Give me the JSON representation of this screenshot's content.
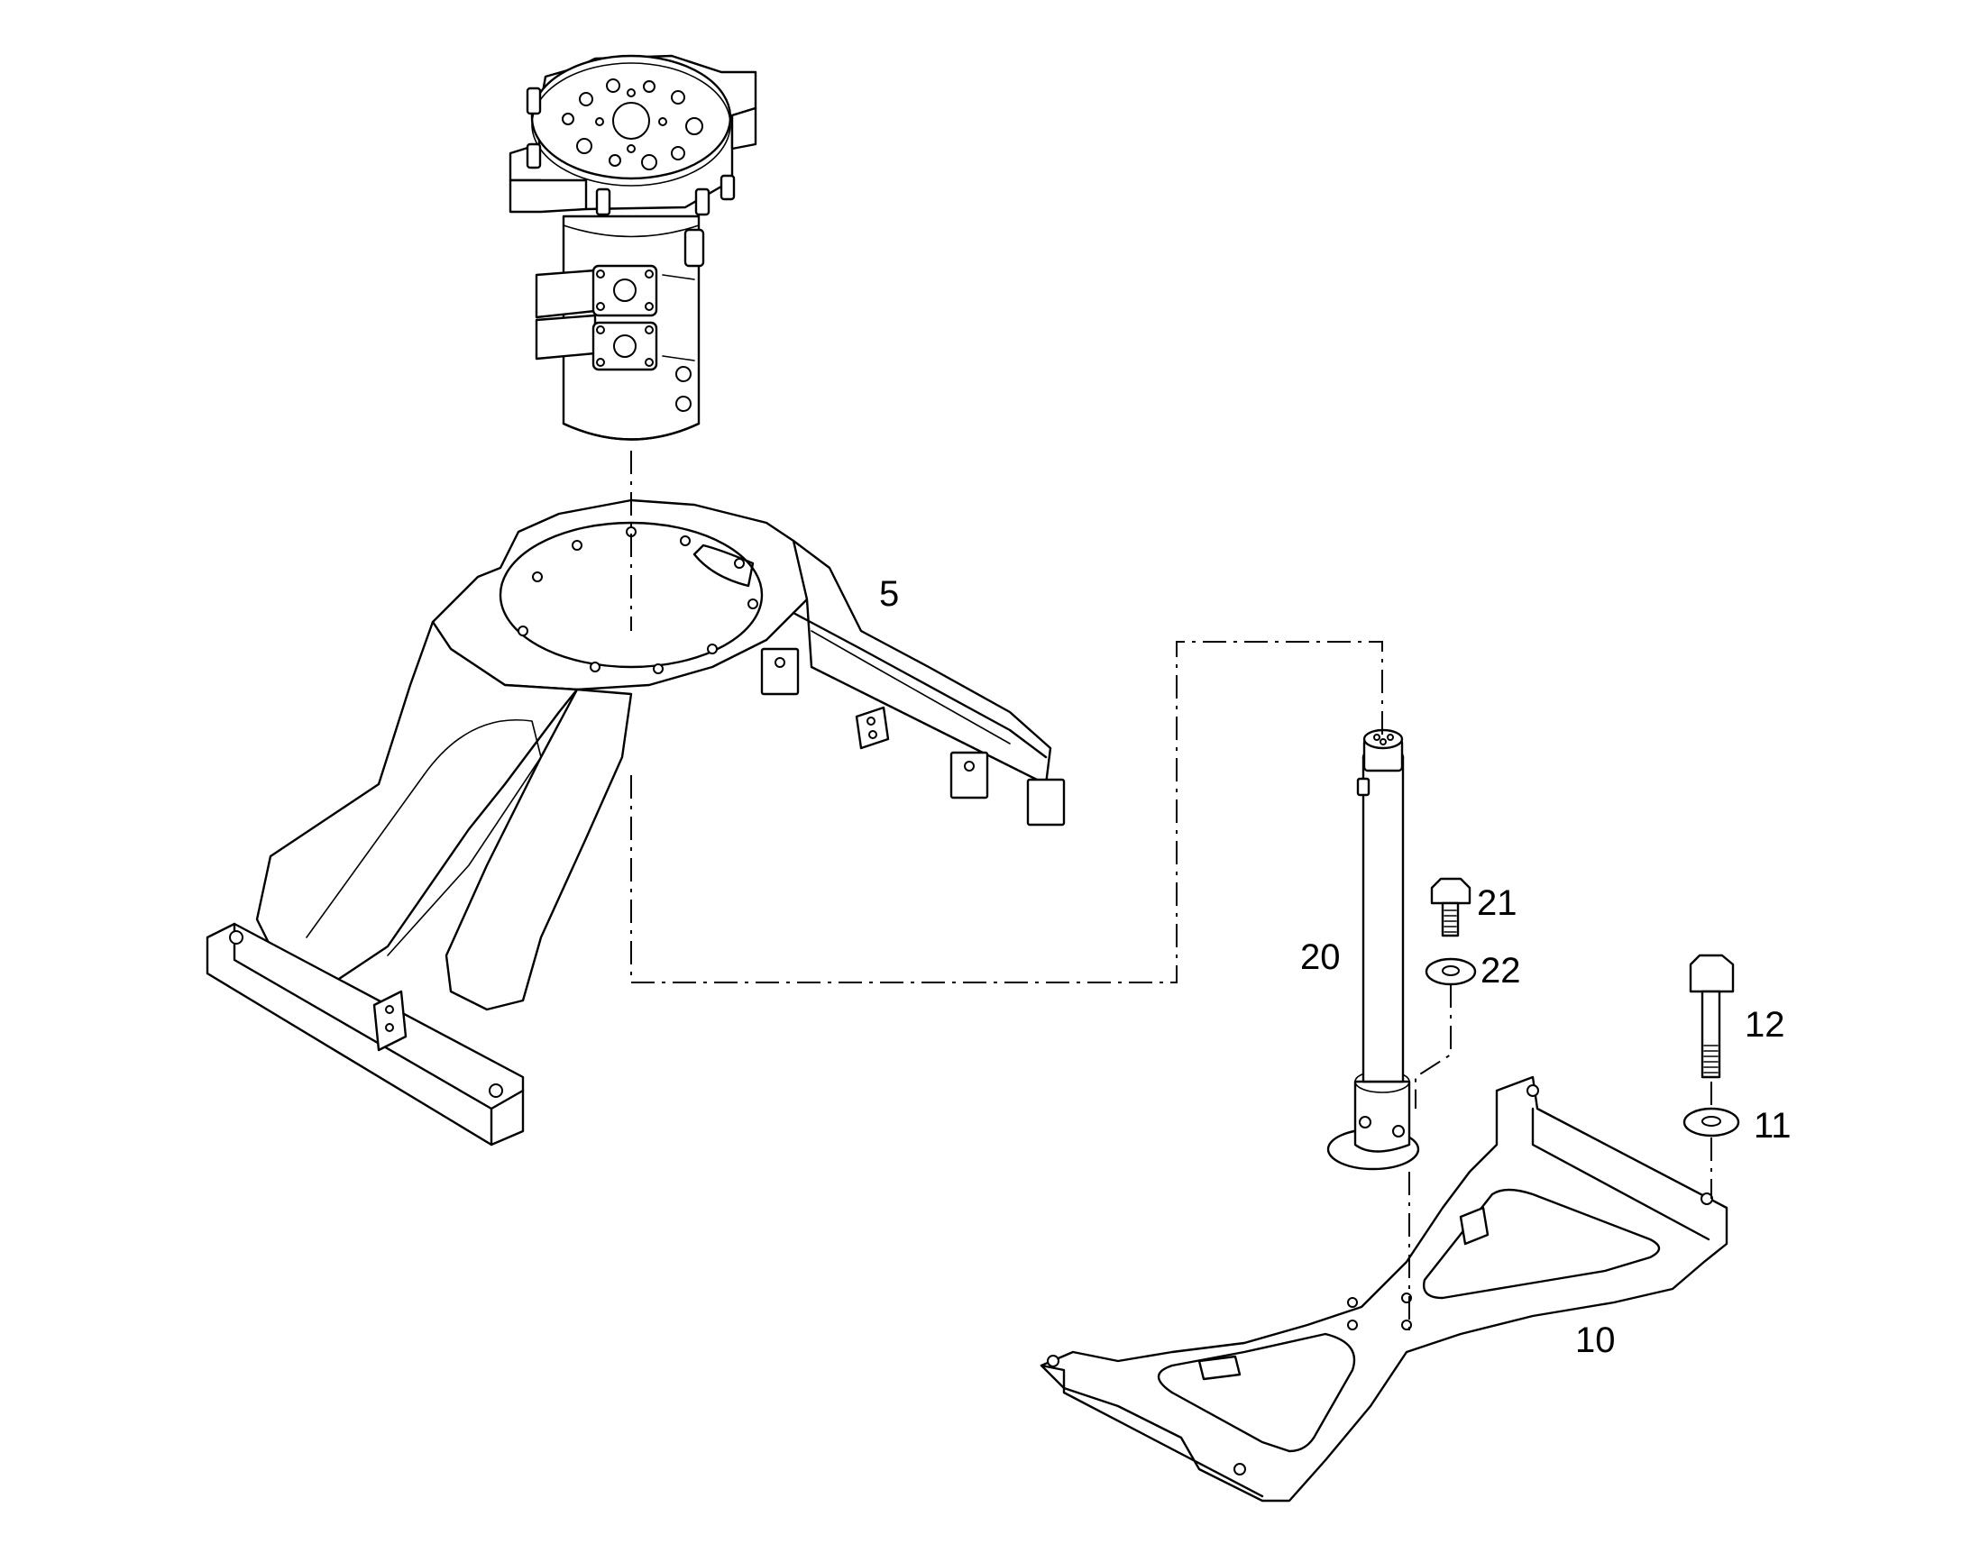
{
  "callouts": {
    "part_5": "5",
    "part_10": "10",
    "part_11": "11",
    "part_12": "12",
    "part_20": "20",
    "part_21": "21",
    "part_22": "22"
  },
  "colors": {
    "line": "#000000",
    "background": "#ffffff"
  }
}
